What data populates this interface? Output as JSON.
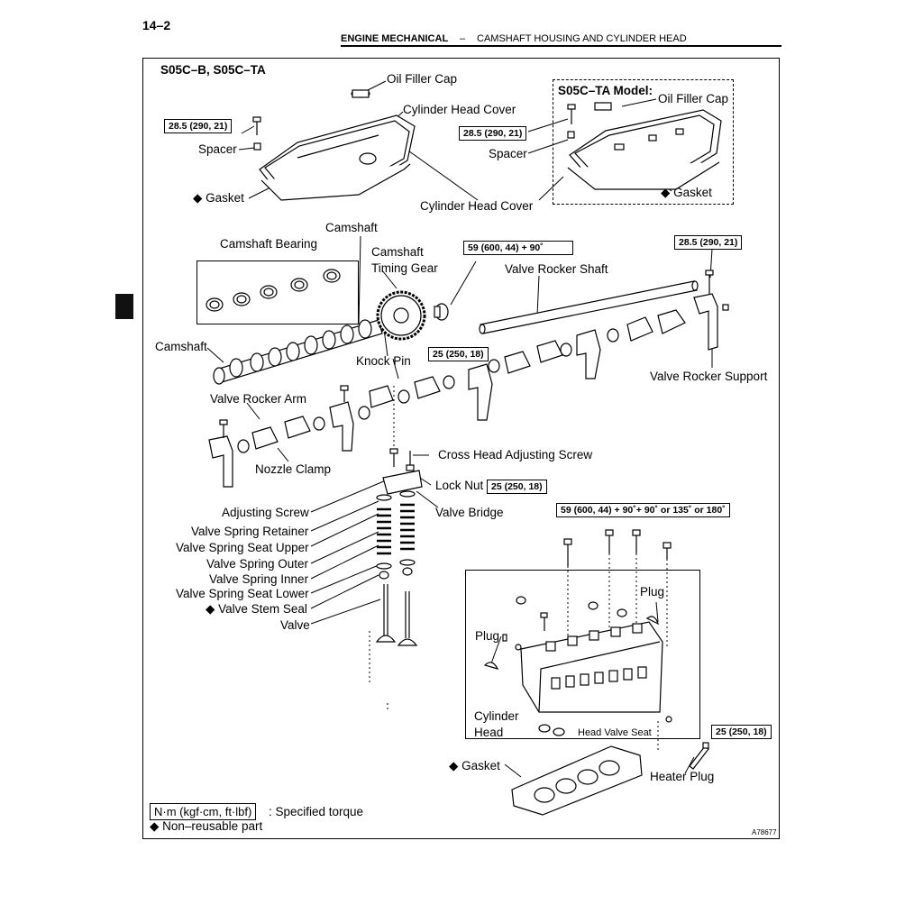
{
  "page": {
    "page_number": "14–2",
    "section": "ENGINE MECHANICAL",
    "separator": "–",
    "subsection": "CAMSHAFT HOUSING AND CYLINDER HEAD",
    "figure_id": "A78677"
  },
  "diagram": {
    "model_title": "S05C–B, S05C–TA",
    "inset_title": "S05C–TA Model:",
    "labels": {
      "oil_filler_cap": "Oil Filler Cap",
      "cylinder_head_cover": "Cylinder Head Cover",
      "spacer": "Spacer",
      "gasket_cover": "◆ Gasket",
      "inset_oil_filler_cap": "Oil Filler Cap",
      "inset_spacer": "Spacer",
      "inset_gasket": "◆ Gasket",
      "cylinder_head_cover_2": "Cylinder Head Cover",
      "camshaft_top": "Camshaft",
      "camshaft_bearing": "Camshaft Bearing",
      "camshaft_timing_gear_1": "Camshaft",
      "camshaft_timing_gear_2": "Timing Gear",
      "valve_rocker_shaft": "Valve Rocker Shaft",
      "camshaft_left": "Camshaft",
      "knock_pin": "Knock Pin",
      "valve_rocker_support": "Valve Rocker Support",
      "valve_rocker_arm": "Valve Rocker Arm",
      "nozzle_clamp": "Nozzle Clamp",
      "cross_head_adjusting_screw": "Cross Head Adjusting  Screw",
      "lock_nut": "Lock Nut",
      "adjusting_screw": "Adjusting Screw",
      "valve_bridge": "Valve Bridge",
      "valve_spring_retainer": "Valve Spring Retainer",
      "valve_spring_seat_upper": "Valve Spring Seat Upper",
      "valve_spring_outer": "Valve Spring Outer",
      "valve_spring_inner": "Valve Spring Inner",
      "valve_spring_seat_lower": "Valve Spring Seat Lower",
      "valve_stem_seal": "◆ Valve Stem Seal",
      "valve": "Valve",
      "plug_right": "Plug",
      "plug_left": "Plug",
      "cylinder_head_1": "Cylinder",
      "cylinder_head_2": "Head",
      "head_valve_seat": "Head Valve Seat",
      "gasket_head": "◆ Gasket",
      "heater_plug": "Heater Plug"
    },
    "torques": {
      "cover_bolt": "28.5 (290, 21)",
      "inset_cover_bolt": "28.5 (290, 21)",
      "gear_bolt": "59 (600, 44) + 90˚",
      "support_bolt": "28.5 (290, 21)",
      "rocker_bolt": "25 (250, 18)",
      "lock_nut": "25 (250, 18)",
      "head_bolt": "59 (600, 44) + 90˚+ 90˚ or 135˚ or 180˚",
      "heater_plug": "25 (250, 18)"
    }
  },
  "legend": {
    "torque_unit_box": "N·m (kgf·cm, ft·lbf)",
    "torque_desc": ": Specified torque",
    "non_reusable": "◆ Non–reusable part"
  }
}
